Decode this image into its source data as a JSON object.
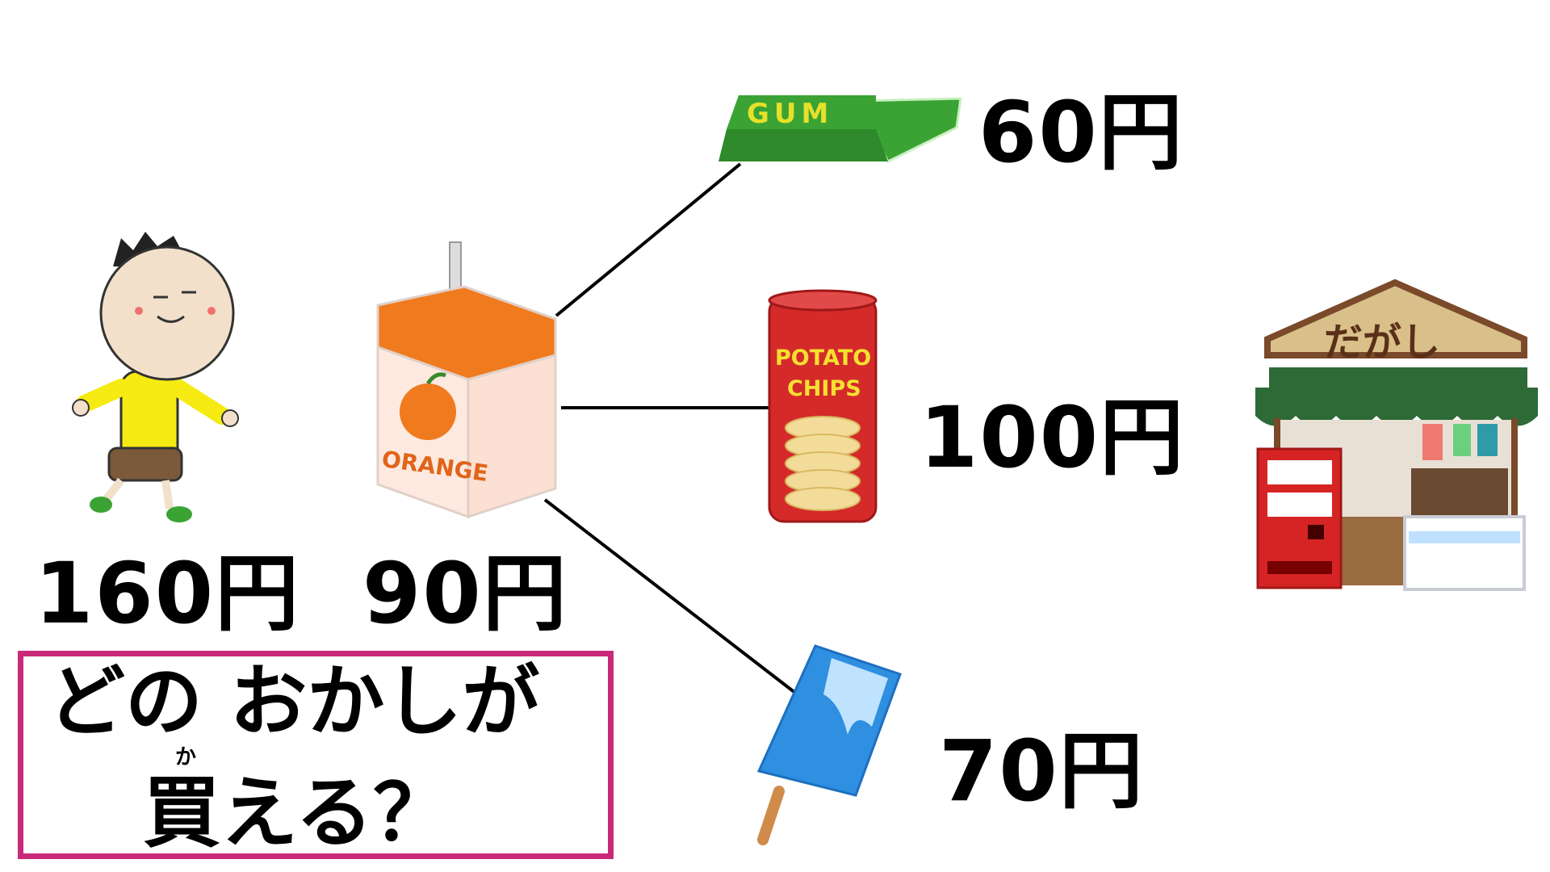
{
  "boy": {
    "money": "160円"
  },
  "juice": {
    "label": "ORANGE",
    "price": "90円"
  },
  "snacks": [
    {
      "name": "GUM",
      "price": "60円"
    },
    {
      "name": "POTATO CHIPS",
      "line1": "POTATO",
      "line2": "CHIPS",
      "price": "100円"
    },
    {
      "name": "ice-pop",
      "price": "70円"
    }
  ],
  "shop": {
    "sign": "だがし"
  },
  "question": {
    "line1": "どの おかしが",
    "line2": "買える？",
    "ruby": "か"
  },
  "colors": {
    "frame": "#c92a78",
    "gum": "#3aa334",
    "chips": "#d42a2a",
    "ice": "#2f8fe0",
    "juice": "#f07a1e",
    "awning": "#2e6a36"
  }
}
